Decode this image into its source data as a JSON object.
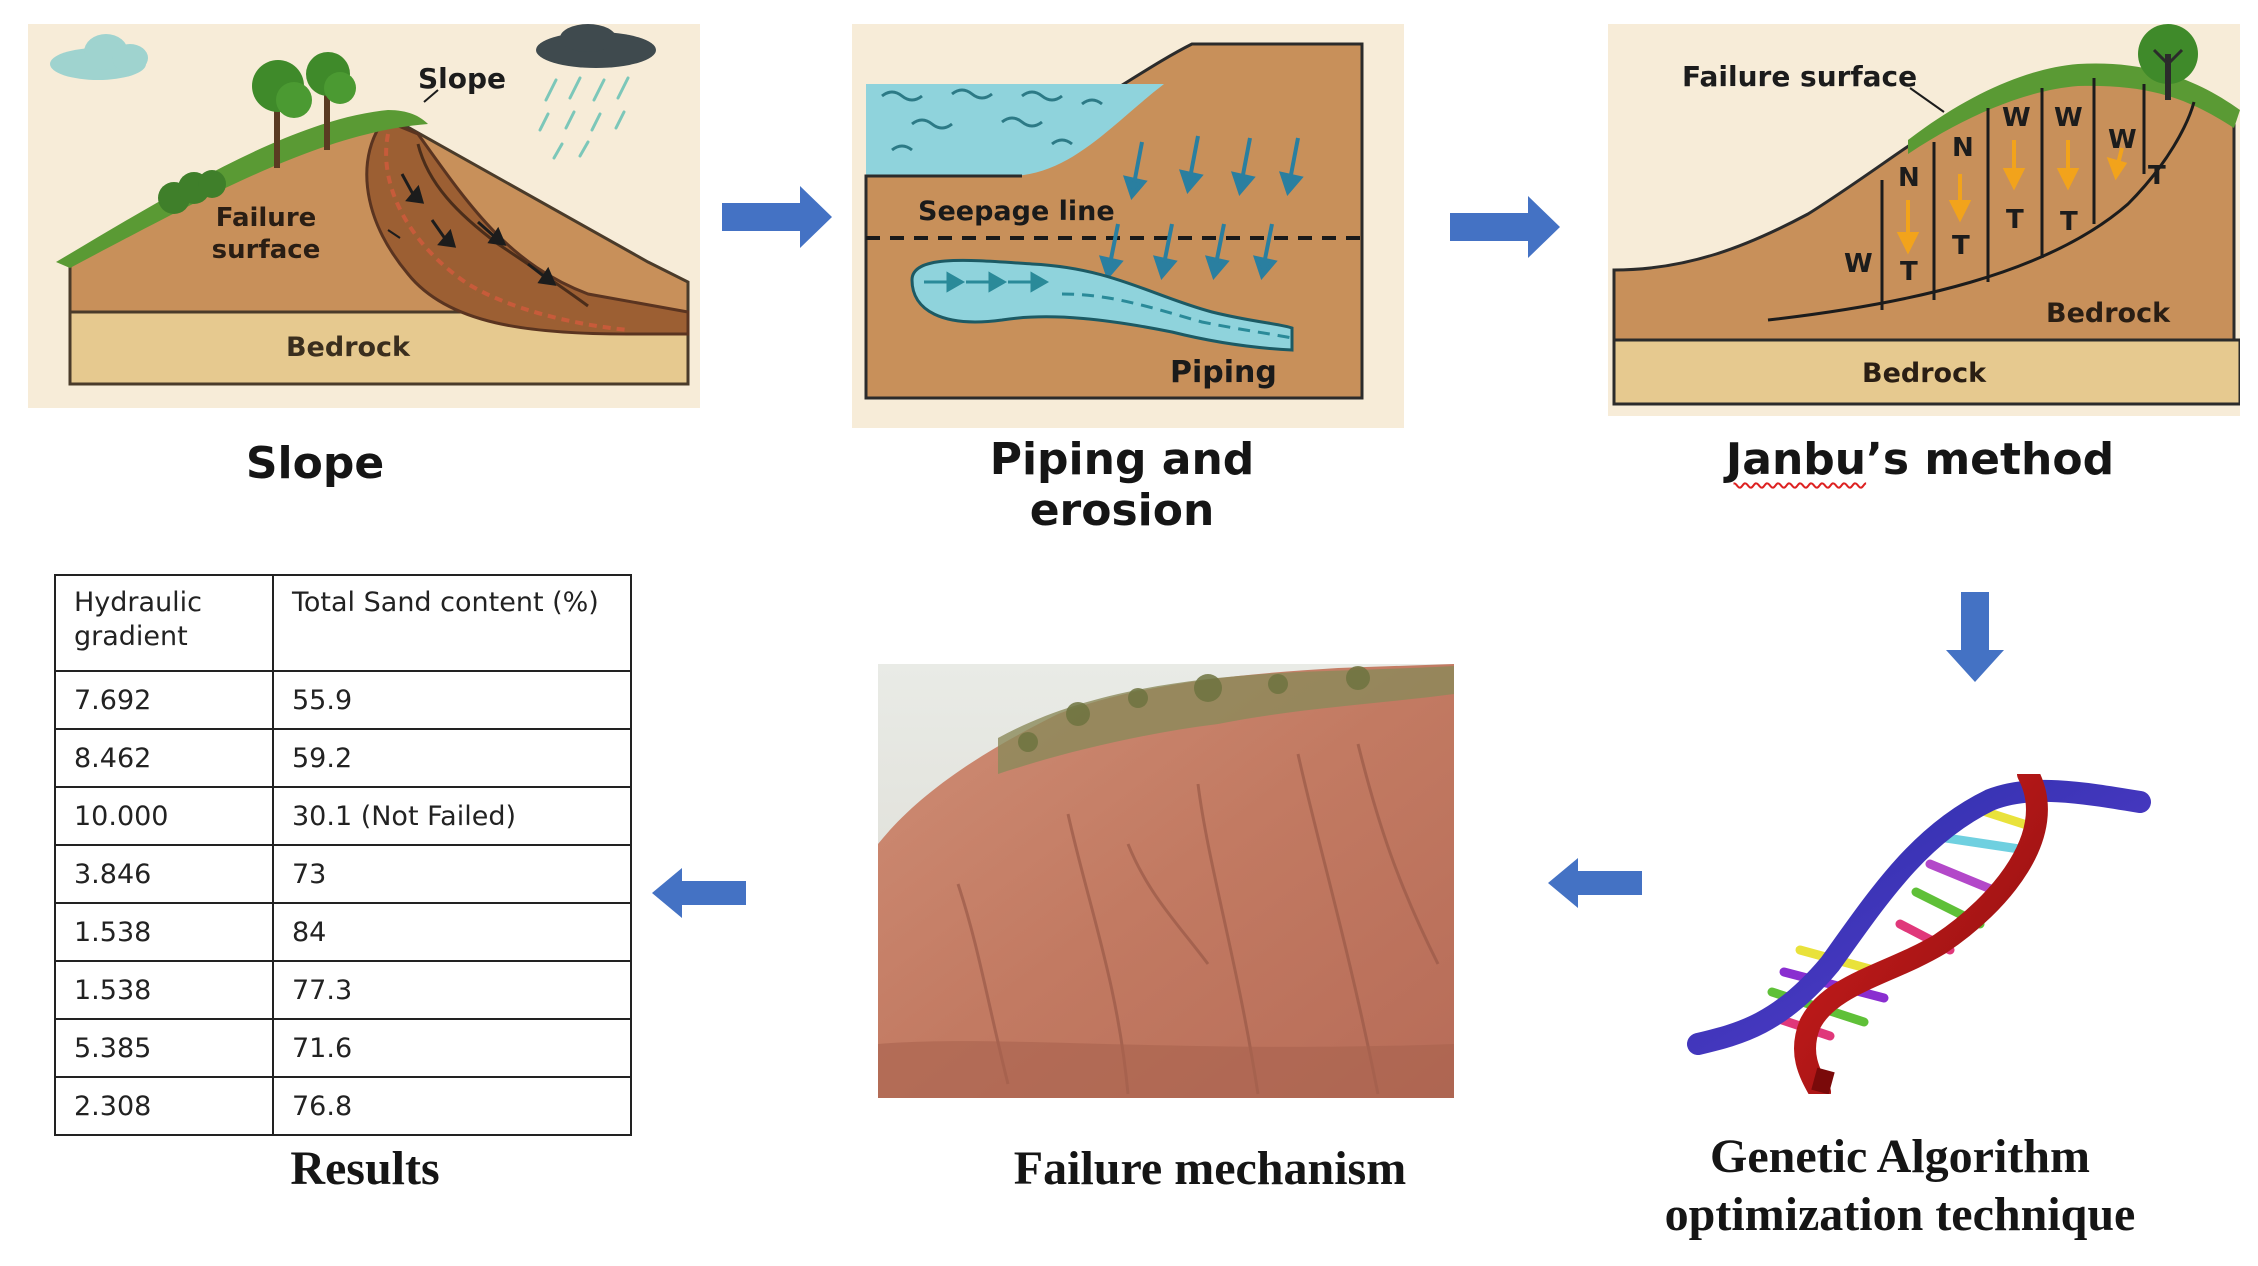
{
  "panels": {
    "slope": {
      "caption": "Slope",
      "labels": {
        "slope": "Slope",
        "failure_line1": "Failure",
        "failure_line2": "surface",
        "bedrock": "Bedrock"
      }
    },
    "piping": {
      "caption": "Piping and erosion",
      "labels": {
        "seepage": "Seepage line",
        "piping": "Piping"
      }
    },
    "janbu": {
      "caption_prefix": "Janbu",
      "caption_suffix": "’s method",
      "labels": {
        "failure_surface": "Failure surface",
        "bedrock_upper": "Bedrock",
        "bedrock_lower": "Bedrock",
        "w": "W",
        "n": "N",
        "t": "T"
      }
    },
    "genetic": {
      "caption_line1": "Genetic Algorithm",
      "caption_line2": "optimization technique"
    },
    "failure": {
      "caption": "Failure mechanism"
    },
    "results": {
      "caption": "Results",
      "table": {
        "header_col1_line1": "Hydraulic",
        "header_col1_line2": "gradient",
        "header_col2": "Total Sand content (%)",
        "rows": [
          [
            "7.692",
            "55.9"
          ],
          [
            "8.462",
            "59.2"
          ],
          [
            "10.000",
            "30.1 (Not Failed)"
          ],
          [
            "3.846",
            "73"
          ],
          [
            "1.538",
            "84"
          ],
          [
            "1.538",
            "77.3"
          ],
          [
            "5.385",
            "71.6"
          ],
          [
            "2.308",
            "76.8"
          ]
        ]
      }
    }
  },
  "colors": {
    "arrow": "#4472c4",
    "soil": "#c8905a",
    "bedrock": "#e6c98f",
    "grass": "#5a9a34",
    "water": "#8fd3dc"
  },
  "icons": [
    "right-arrow-icon",
    "down-arrow-icon",
    "left-arrow-icon",
    "dna-helix-icon",
    "cloud-icon",
    "rain-cloud-icon",
    "tree-icon"
  ]
}
